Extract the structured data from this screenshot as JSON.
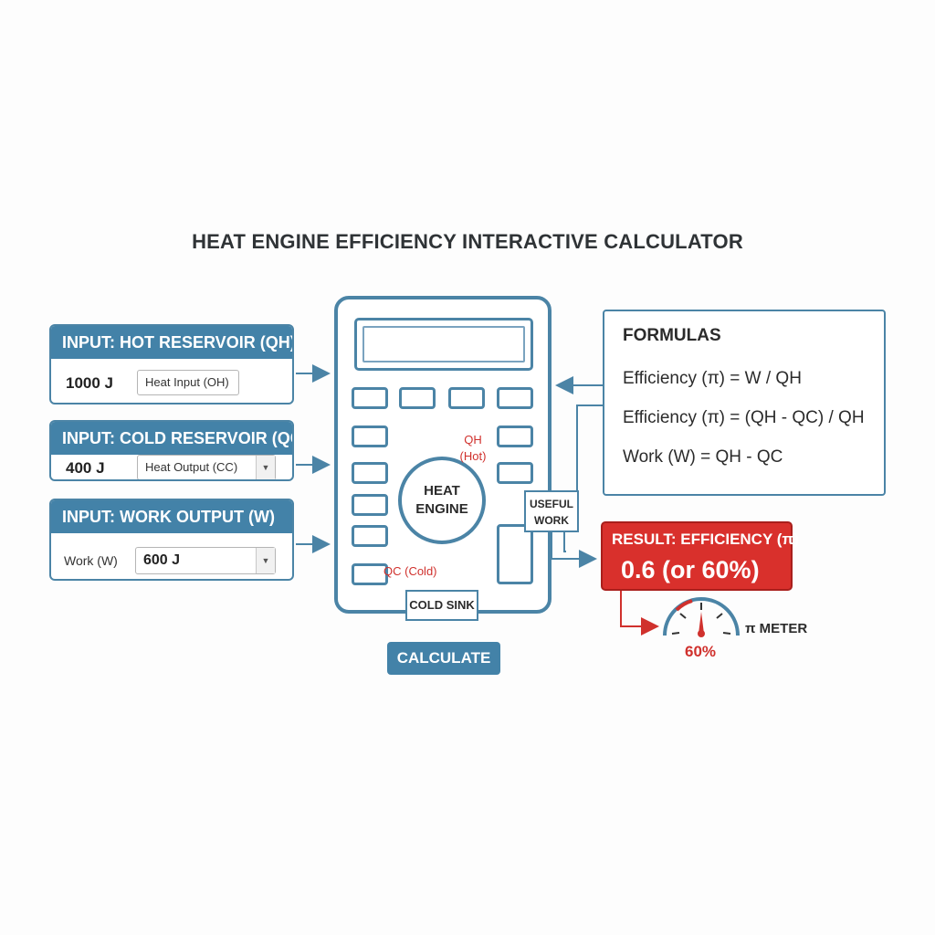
{
  "title": "HEAT ENGINE EFFICIENCY INTERACTIVE CALCULATOR",
  "colors": {
    "primary": "#4382a8",
    "accent": "#d9302c",
    "text": "#2b2b2b"
  },
  "inputs": {
    "hot": {
      "header": "INPUT: HOT RESERVOIR (QH)",
      "value": "1000 J",
      "field": "Heat Input (OH)"
    },
    "cold": {
      "header": "INPUT: COLD RESERVOIR (QC",
      "value": "400 J",
      "field": "Heat Output (CC)",
      "dropdown_icon": "caret-down-icon"
    },
    "work": {
      "header": "INPUT: WORK OUTPUT (W)",
      "label": "Work (W)",
      "field": "600 J",
      "dropdown_icon": "caret-down-icon"
    }
  },
  "diagram": {
    "engine_line1": "HEAT",
    "engine_line2": "ENGINE",
    "qh_line1": "QH",
    "qh_line2": "(Hot)",
    "qc_label": "QC (Cold)",
    "useful_line1": "USEFUL",
    "useful_line2": "WORK",
    "cold_sink": "COLD SINK"
  },
  "calculate_label": "CALCULATE",
  "formulas": {
    "title": "FORMULAS",
    "lines": [
      "Efficiency (π) = W / QH",
      "Efficiency (π) = (QH - QC) / QH",
      "Work (W) = QH - QC"
    ]
  },
  "result": {
    "header": "RESULT: EFFICIENCY (π)",
    "value": "0.6 (or 60%)"
  },
  "gauge": {
    "label": "π METER",
    "value_text": "60%",
    "fraction": 0.6
  }
}
